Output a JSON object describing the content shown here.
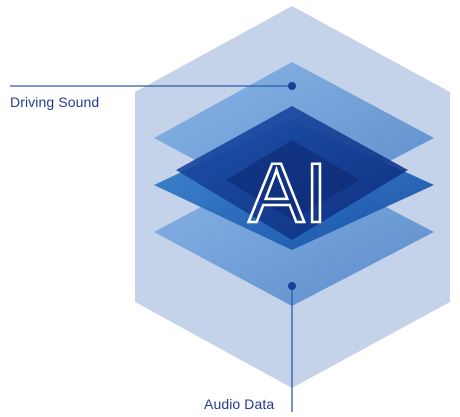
{
  "diagram": {
    "center_text": "AI",
    "label_top": "Driving Sound",
    "label_bottom": "Audio Data"
  },
  "colors": {
    "hexagon": "#c5d3ea",
    "label_text": "#243a8f",
    "leader_line": "#2b5aa6",
    "layer_light": "#6f9fd8",
    "layer_mid": "#2a63b5",
    "layer_dark": "#0f2f86",
    "center_text": "#ffffff"
  }
}
